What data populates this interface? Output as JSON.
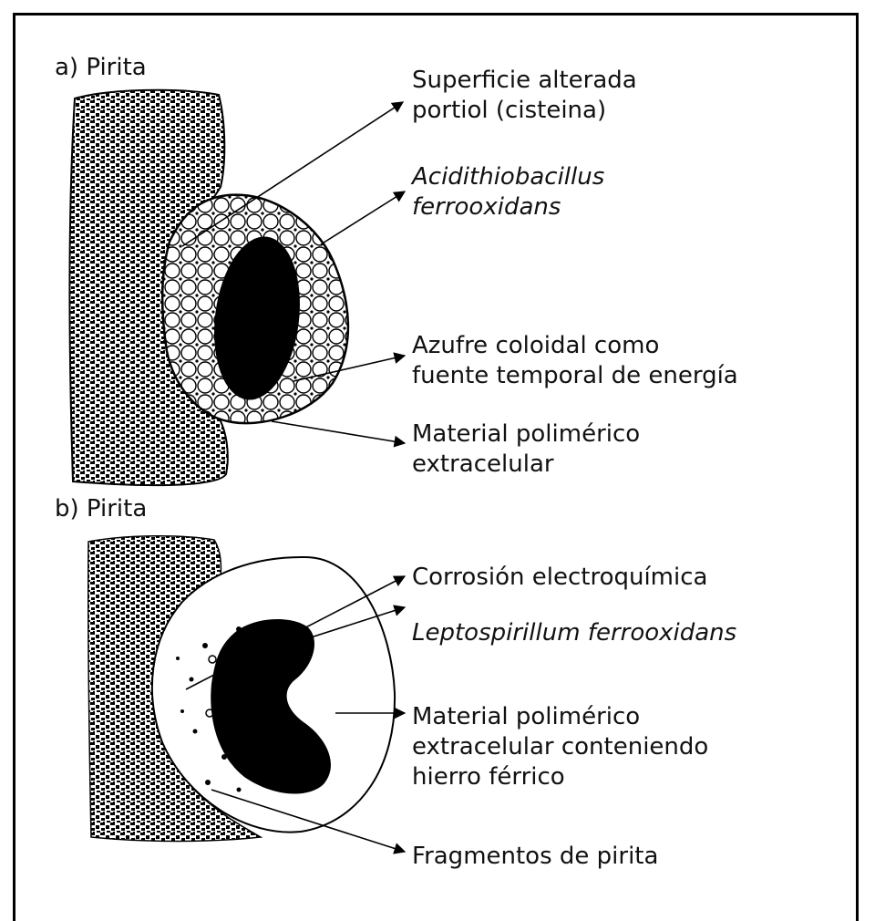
{
  "panel_a": {
    "title": "a) Pirita",
    "labels": {
      "surface": [
        "Superficie alterada",
        "portiol (cisteina)"
      ],
      "bacterium": [
        "Acidithiobacillus",
        "ferrooxidans"
      ],
      "sulfur": [
        "Azufre coloidal como",
        "fuente temporal de energía"
      ],
      "eps": [
        "Material polimérico",
        "extracelular"
      ]
    }
  },
  "panel_b": {
    "title": "b) Pirita",
    "labels": {
      "corrosion": [
        "Corrosión electroquímica"
      ],
      "bacterium": [
        "Leptospirillum ferrooxidans"
      ],
      "eps": [
        "Material polimérico",
        "extracelular conteniendo",
        "hierro férrico"
      ],
      "fragments": [
        "Fragmentos de pirita"
      ]
    }
  },
  "colors": {
    "ink": "#000000",
    "paper": "#ffffff"
  }
}
